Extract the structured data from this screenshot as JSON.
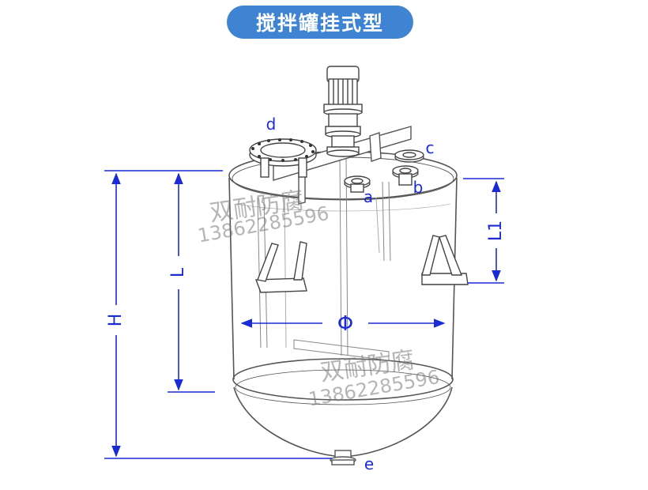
{
  "title": "搅拌罐挂式型",
  "labels": {
    "a": "a",
    "b": "b",
    "c": "c",
    "d": "d",
    "e": "e",
    "H": "H",
    "L": "L",
    "L1": "L1",
    "phi": "Φ"
  },
  "watermarks": [
    {
      "name": "双耐防腐",
      "phone": "13862285596"
    },
    {
      "name": "双耐防腐",
      "phone": "13862285596"
    }
  ],
  "colors": {
    "title_bg": "#3f84d2",
    "dimension_blue": "#1a2bd6",
    "outline": "#555555"
  }
}
